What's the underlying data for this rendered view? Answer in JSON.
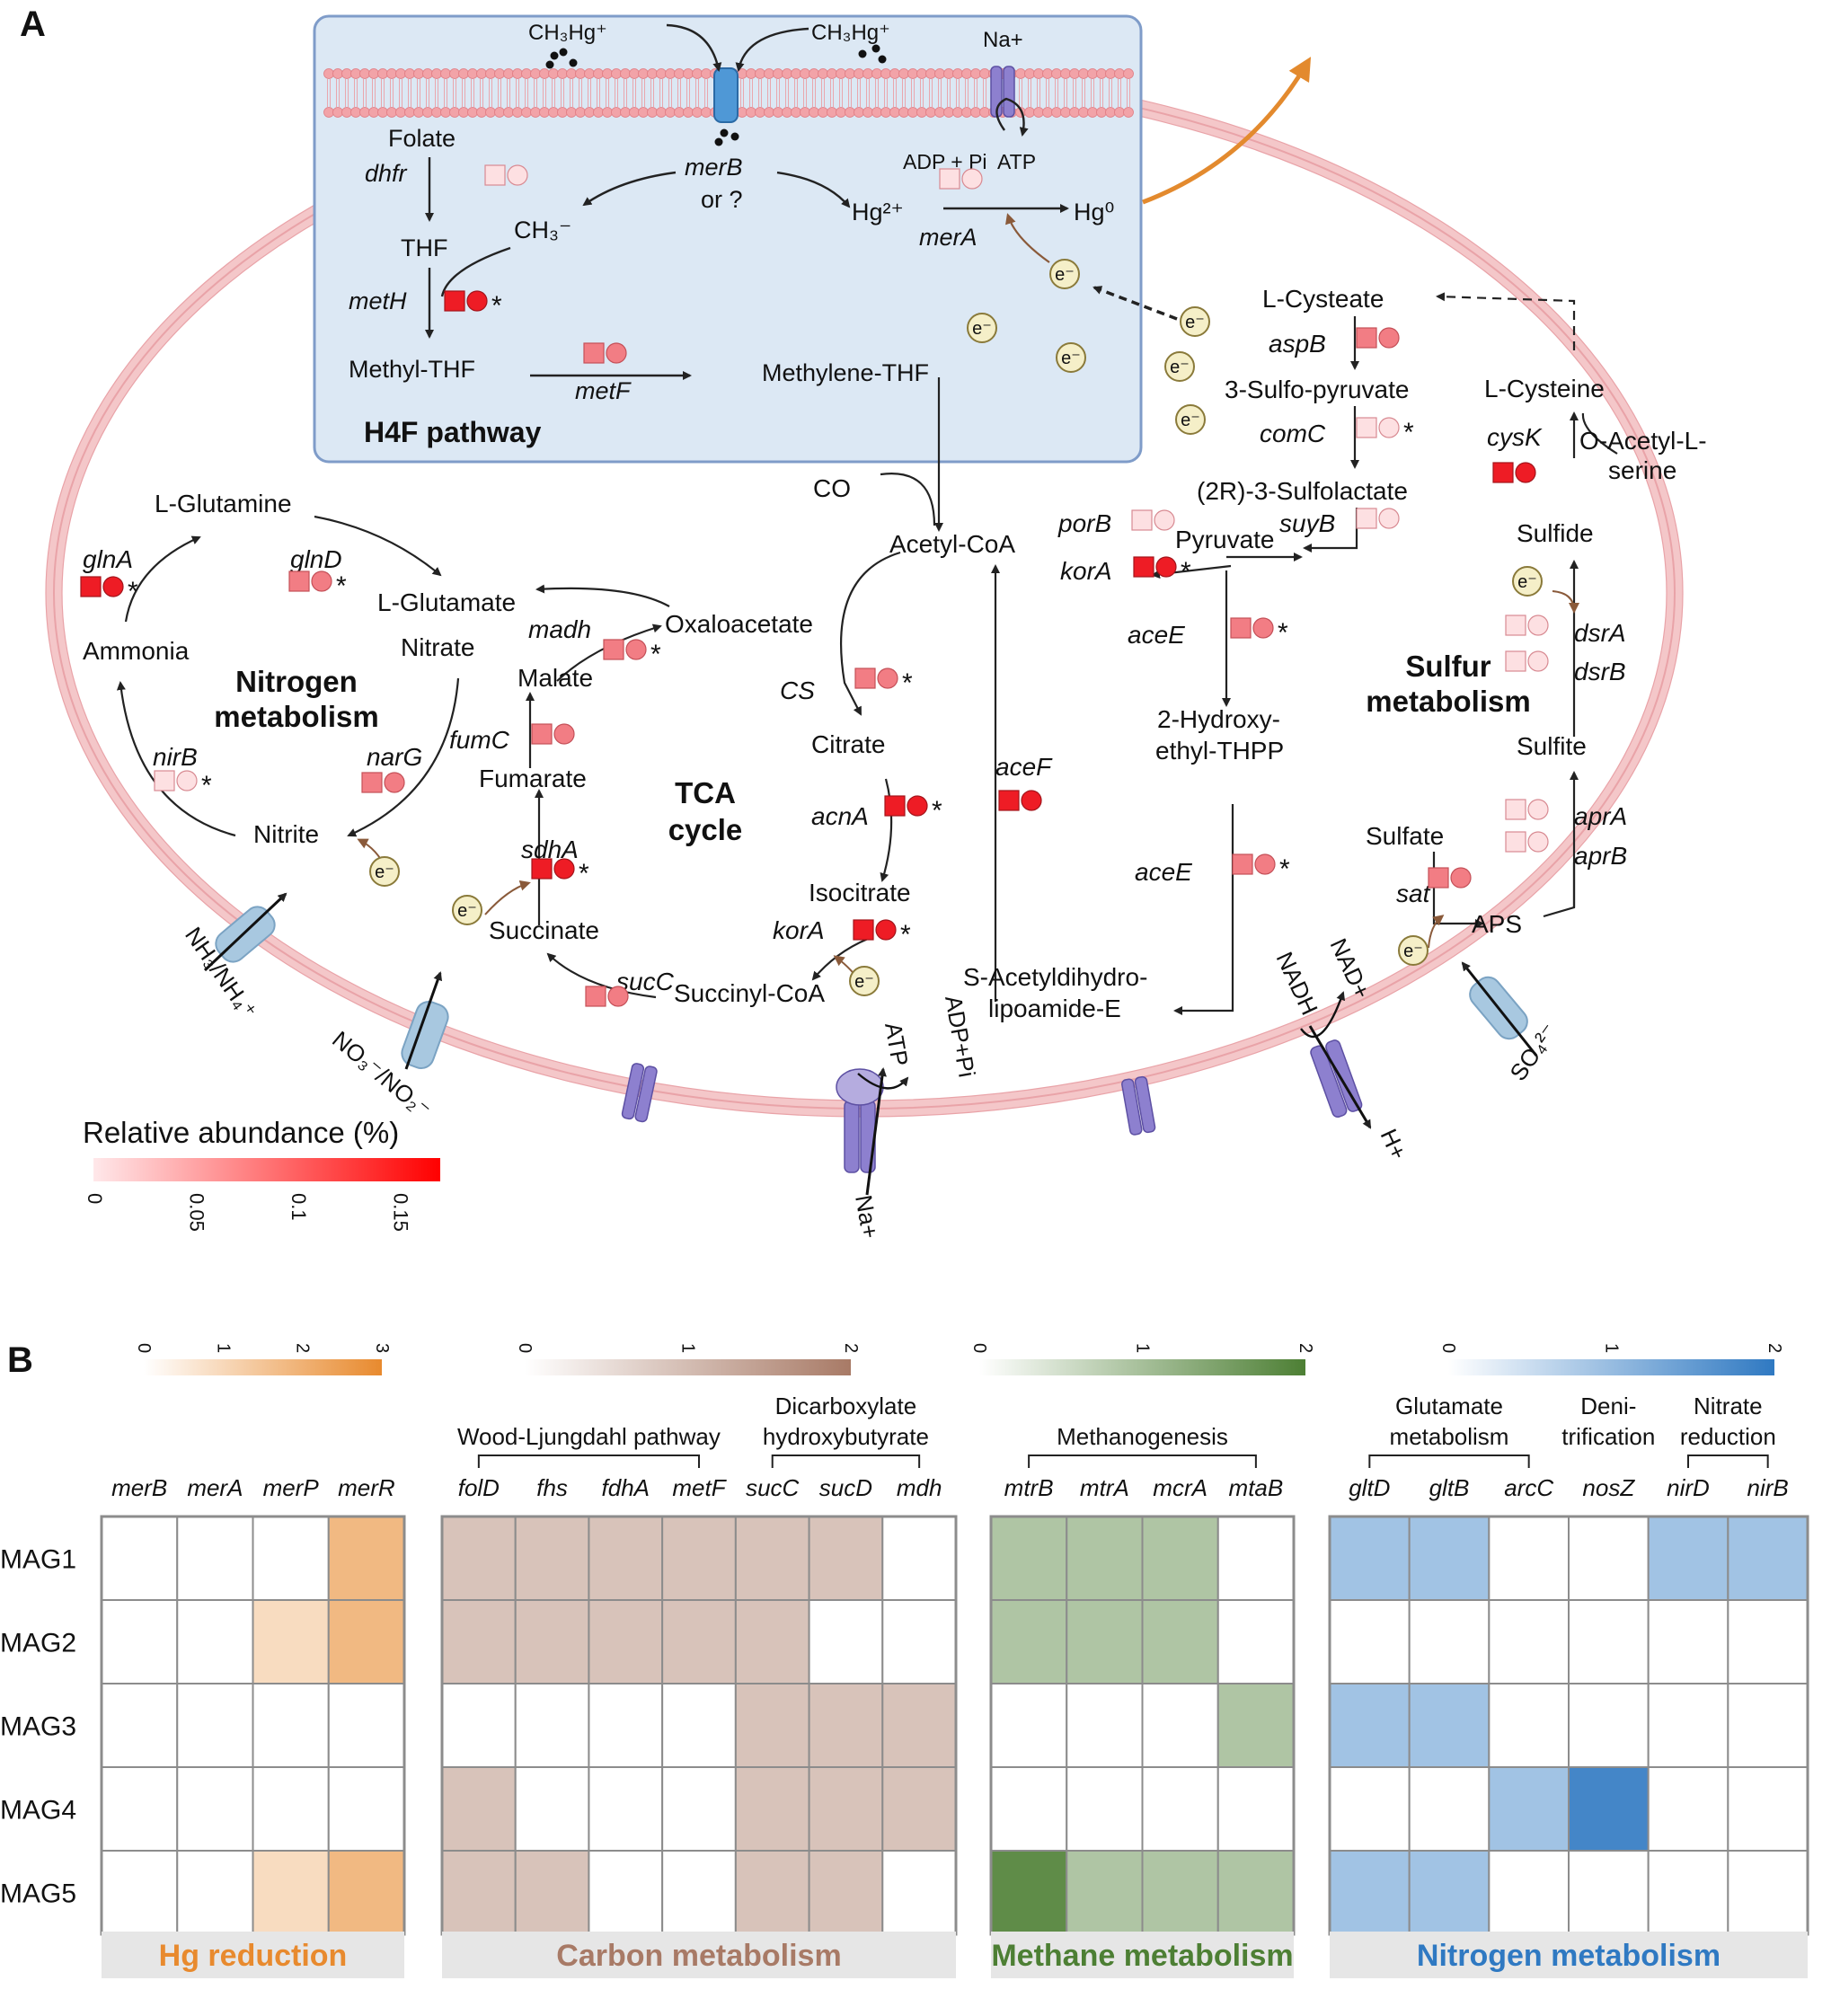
{
  "panels": {
    "a": "A",
    "b": "B"
  },
  "colors": {
    "membrane": "#f2b9bd",
    "inset_fill": "#dce8f4",
    "inset_border": "#7f9cc9",
    "arrow": "#222222",
    "hg_arrow": "#e38a2e",
    "electron_fill": "#f5efc8",
    "electron_stroke": "#8a7a3a",
    "transporter_blue": "#a8c8e0",
    "atpase": "#8d80cf",
    "hg": "#e59d5a",
    "carbon": "#c2a394",
    "methane": "#96b77e",
    "methane_dark": "#4d7f34",
    "nitrogen": "#8cb8df",
    "nitrogen_dark": "#2f79c2",
    "label_bg": "#e6e6e6",
    "grid_line": "#8c8c8c"
  },
  "diagram": {
    "inset": {
      "title": "H4F pathway",
      "ch3hg_left": "CH₃Hg⁺",
      "ch3hg_right": "CH₃Hg⁺",
      "na_plus": "Na+",
      "adp_atp": "ADP + Pi  ATP",
      "folate": "Folate",
      "thf": "THF",
      "ch3": "CH₃⁻",
      "methyl_thf": "Methyl-THF",
      "methylene_thf": "Methylene-THF",
      "merb": "merB",
      "or": "or ?",
      "hg2": "Hg²⁺",
      "hg0": "Hg⁰",
      "mera": "merA",
      "dhfr": "dhfr",
      "meth": "metH",
      "metf": "metF"
    },
    "metabolites": {
      "l_glutamine": "L-Glutamine",
      "l_glutamate": "L-Glutamate",
      "ammonia": "Ammonia",
      "nitrate": "Nitrate",
      "nitrite": "Nitrite",
      "malate": "Malate",
      "fumarate": "Fumarate",
      "succinate": "Succinate",
      "succinyl_coa": "Succinyl-CoA",
      "oxaloacetate": "Oxaloacetate",
      "citrate": "Citrate",
      "isocitrate": "Isocitrate",
      "acetyl_coa": "Acetyl-CoA",
      "co": "CO",
      "pyruvate": "Pyruvate",
      "hydroxyethyl_1": "2-Hydroxy-",
      "hydroxyethyl_2": "ethyl-THPP",
      "s_acetyl_1": "S-Acetyldihydro-",
      "s_acetyl_2": "lipoamide-E",
      "l_cysteate": "L-Cysteate",
      "sulfopyruvate": "3-Sulfo-pyruvate",
      "sulfolactate": "(2R)-3-Sulfolactate",
      "l_cysteine": "L-Cysteine",
      "o_acetyl_1": "O-Acetyl-L-",
      "o_acetyl_2": "serine",
      "sulfide": "Sulfide",
      "sulfite": "Sulfite",
      "sulfate": "Sulfate",
      "aps": "APS"
    },
    "genes": {
      "glnA": "glnA",
      "glnD": "glnD",
      "madh": "madh",
      "nirB": "nirB",
      "narG": "narG",
      "fumC": "fumC",
      "sdhA": "sdhA",
      "sucC": "sucC",
      "CS": "CS",
      "acnA": "acnA",
      "korA": "korA",
      "aceF": "aceF",
      "aceE": "aceE",
      "porB": "porB",
      "aspB": "aspB",
      "comC": "comC",
      "suyB": "suyB",
      "cysK": "cysK",
      "dsrA": "dsrA",
      "dsrB": "dsrB",
      "aprA": "aprA",
      "aprB": "aprB",
      "sat": "sat"
    },
    "module_labels": {
      "nitrogen_1": "Nitrogen",
      "nitrogen_2": "metabolism",
      "tca_1": "TCA",
      "tca_2": "cycle",
      "sulfur_1": "Sulfur",
      "sulfur_2": "metabolism"
    },
    "transport": {
      "nh3": "NH₃/NH₄⁺",
      "no3": "NO₃⁻/NO₂⁻",
      "atp": "ATP",
      "adp_pi": "ADP+Pi",
      "na_bottom": "Na+",
      "nadh": "NADH",
      "nad": "NAD+",
      "h_plus": "H+",
      "so4": "SO₄²⁻"
    },
    "electron_label": "e⁻",
    "asterisk": "*",
    "legend": {
      "title": "Relative abundance (%)",
      "ticks": [
        "0",
        "0.05",
        "0.1",
        "0.15"
      ]
    }
  },
  "heatmap": {
    "rows": [
      "MAG1",
      "MAG2",
      "MAG3",
      "MAG4",
      "MAG5"
    ],
    "groups": [
      {
        "id": "hg",
        "label": "Hg reduction",
        "color_low": "#ffffff",
        "color_high": "#e88a2e",
        "max": 3,
        "ticks": [
          "0",
          "1",
          "2",
          "3"
        ],
        "subgroups": [],
        "columns": [
          "merB",
          "merA",
          "merP",
          "merR"
        ],
        "values": [
          [
            0,
            0,
            0,
            2
          ],
          [
            0,
            0,
            1,
            2
          ],
          [
            0,
            0,
            0,
            0
          ],
          [
            0,
            0,
            0,
            0
          ],
          [
            0,
            0,
            1,
            2
          ]
        ]
      },
      {
        "id": "carbon",
        "label": "Carbon metabolism",
        "color_low": "#ffffff",
        "color_high": "#a87a66",
        "max": 2,
        "ticks": [
          "0",
          "1",
          "2"
        ],
        "subgroups": [
          {
            "label": "Wood-Ljungdahl pathway",
            "span": [
              0,
              3
            ]
          },
          {
            "label": "Dicarboxylate hydroxybutyrate",
            "span": [
              4,
              6
            ]
          }
        ],
        "columns": [
          "folD",
          "fhs",
          "fdhA",
          "metF",
          "sucC",
          "sucD",
          "mdh"
        ],
        "values": [
          [
            1,
            1,
            1,
            1,
            1,
            1,
            0
          ],
          [
            1,
            1,
            1,
            1,
            1,
            0,
            0
          ],
          [
            0,
            0,
            0,
            0,
            1,
            1,
            1
          ],
          [
            1,
            0,
            0,
            0,
            1,
            1,
            1
          ],
          [
            1,
            1,
            0,
            0,
            1,
            1,
            0
          ]
        ]
      },
      {
        "id": "methane",
        "label": "Methane metabolism",
        "color_low": "#ffffff",
        "color_high": "#4d7f34",
        "max": 2,
        "ticks": [
          "0",
          "1",
          "2"
        ],
        "subgroups": [
          {
            "label": "Methanogenesis",
            "span": [
              0,
              3
            ]
          }
        ],
        "columns": [
          "mtrB",
          "mtrA",
          "mcrA",
          "mtaB"
        ],
        "values": [
          [
            1,
            1,
            1,
            0
          ],
          [
            1,
            1,
            1,
            0
          ],
          [
            0,
            0,
            0,
            1
          ],
          [
            0,
            0,
            0,
            0
          ],
          [
            2,
            1,
            1,
            1
          ]
        ]
      },
      {
        "id": "nitrogen",
        "label": "Nitrogen metabolism",
        "color_low": "#ffffff",
        "color_high": "#2f79c2",
        "max": 2,
        "ticks": [
          "0",
          "1",
          "2"
        ],
        "subgroups": [
          {
            "label": "Glutamate metabolism",
            "span": [
              0,
              2
            ]
          },
          {
            "label": "Deni- trification",
            "span": [
              3,
              3
            ]
          },
          {
            "label": "Nitrate reduction",
            "span": [
              4,
              5
            ]
          }
        ],
        "columns": [
          "gltD",
          "gltB",
          "arcC",
          "nosZ",
          "nirD",
          "nirB"
        ],
        "values": [
          [
            1,
            1,
            0,
            0,
            1,
            1
          ],
          [
            0,
            0,
            0,
            0,
            0,
            0
          ],
          [
            1,
            1,
            0,
            0,
            0,
            0
          ],
          [
            0,
            0,
            1,
            2,
            0,
            0
          ],
          [
            1,
            1,
            0,
            0,
            0,
            0
          ]
        ]
      }
    ]
  }
}
